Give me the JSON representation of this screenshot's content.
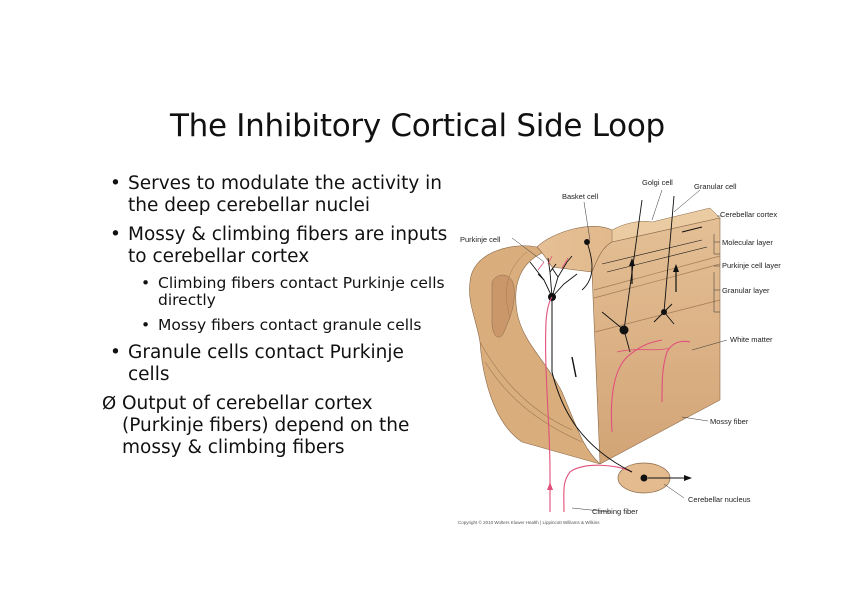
{
  "slide": {
    "title": "The Inhibitory Cortical Side Loop",
    "bullets": [
      {
        "marker": "•",
        "text": "Serves to modulate the activity in the deep cerebellar nuclei"
      },
      {
        "marker": "•",
        "text": "Mossy & climbing fibers are inputs to cerebellar cortex"
      }
    ],
    "sub_bullets": [
      {
        "marker": "•",
        "text": "Climbing fibers contact Purkinje cells directly"
      },
      {
        "marker": "•",
        "text": "Mossy fibers contact granule cells"
      }
    ],
    "bullets2": [
      {
        "marker": "•",
        "text": "Granule cells contact Purkinje cells"
      },
      {
        "marker": "Ø",
        "text": "Output of cerebellar cortex (Purkinje fibers) depend on the mossy & climbing fibers"
      }
    ]
  },
  "diagram": {
    "labels": {
      "golgi_cell": "Golgi cell",
      "granular_cell": "Granular cell",
      "basket_cell": "Basket cell",
      "cerebellar_cortex": "Cerebellar cortex",
      "purkinje_cell": "Purkinje cell",
      "molecular_layer": "Molecular layer",
      "purkinje_cell_layer": "Purkinje cell layer",
      "granular_layer": "Granular layer",
      "white_matter": "White matter",
      "mossy_fiber": "Mossy fiber",
      "cerebellar_nucleus": "Cerebellar nucleus",
      "climbing_fiber": "Climbing fiber",
      "copyright": "Copyright © 2010 Wolters Kluwer Health | Lippincott Williams & Wilkins"
    },
    "colors": {
      "tissue_light": "#e9c9a0",
      "tissue_mid": "#d8ad7e",
      "tissue_dark": "#c49466",
      "fiber_pink": "#e0507a",
      "neuron": "#111111"
    }
  }
}
